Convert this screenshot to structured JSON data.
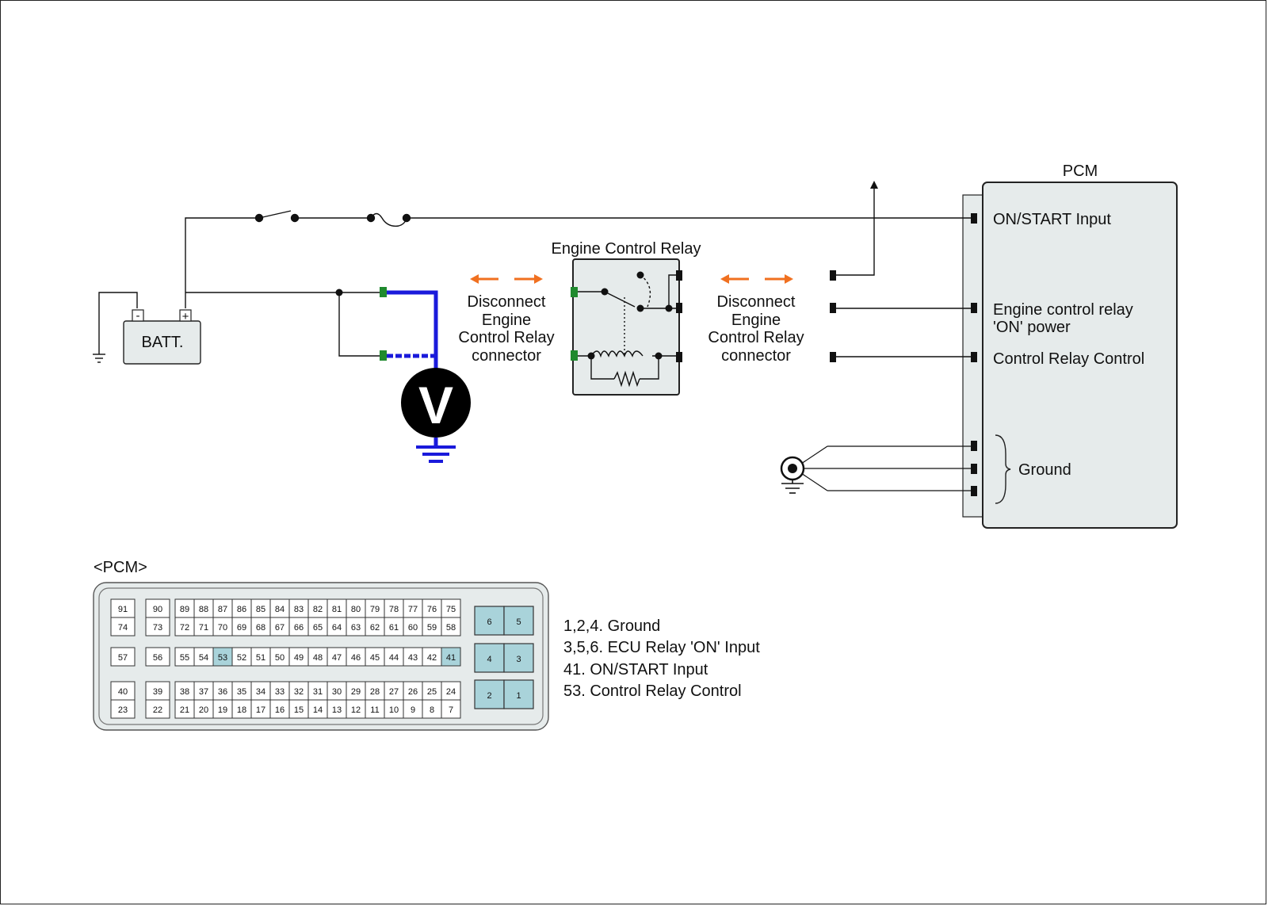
{
  "labels": {
    "pcm_title": "PCM",
    "on_start_input": "ON/START Input",
    "ecr_on_power_line1": "Engine control relay",
    "ecr_on_power_line2": "'ON' power",
    "control_relay_control": "Control Relay Control",
    "ground": "Ground",
    "relay_title": "Engine Control Relay",
    "batt": "BATT.",
    "batt_minus": "-",
    "batt_plus": "+",
    "voltmeter": "V",
    "disconnect_left": [
      "Disconnect",
      "Engine",
      "Control Relay",
      "connector"
    ],
    "disconnect_right": [
      "Disconnect",
      "Engine",
      "Control Relay",
      "connector"
    ]
  },
  "connector": {
    "title": "<PCM>",
    "rows": [
      [
        [
          "91"
        ],
        [
          "90"
        ],
        [
          "89",
          "88",
          "87",
          "86",
          "85",
          "84",
          "83",
          "82",
          "81",
          "80",
          "79",
          "78",
          "77",
          "76",
          "75"
        ]
      ],
      [
        [
          "74"
        ],
        [
          "73"
        ],
        [
          "72",
          "71",
          "70",
          "69",
          "68",
          "67",
          "66",
          "65",
          "64",
          "63",
          "62",
          "61",
          "60",
          "59",
          "58"
        ]
      ],
      [
        [
          "57"
        ],
        [
          "56"
        ],
        [
          "55",
          "54",
          "53",
          "52",
          "51",
          "50",
          "49",
          "48",
          "47",
          "46",
          "45",
          "44",
          "43",
          "42",
          "41"
        ]
      ],
      [
        [
          "40"
        ],
        [
          "39"
        ],
        [
          "38",
          "37",
          "36",
          "35",
          "34",
          "33",
          "32",
          "31",
          "30",
          "29",
          "28",
          "27",
          "26",
          "25",
          "24"
        ]
      ],
      [
        [
          "23"
        ],
        [
          "22"
        ],
        [
          "21",
          "20",
          "19",
          "18",
          "17",
          "16",
          "15",
          "14",
          "13",
          "12",
          "11",
          "10",
          "9",
          "8",
          "7"
        ]
      ]
    ],
    "big_pins": [
      "6",
      "5",
      "4",
      "3",
      "2",
      "1"
    ],
    "highlighted_pins": [
      "53",
      "41",
      "1",
      "2",
      "3",
      "4",
      "5",
      "6"
    ]
  },
  "legend": [
    "1,2,4. Ground",
    "3,5,6. ECU Relay 'ON' Input",
    "41. ON/START Input",
    "53. Control Relay Control"
  ],
  "colors": {
    "wire": "#111111",
    "probe": "#1a1adb",
    "arrow": "#f07020",
    "terminal_green": "#1f8a2e",
    "box_fill": "#e6ebeb",
    "pin_highlight": "#a9d3da"
  }
}
